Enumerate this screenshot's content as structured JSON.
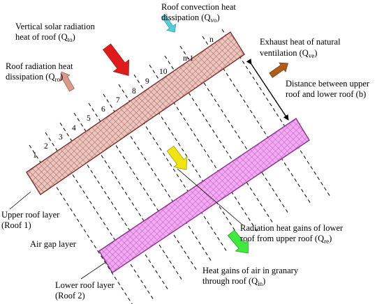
{
  "labels": {
    "roof_convection": [
      "Roof convection heat",
      "dissipation (Q",
      "vo",
      ")"
    ],
    "vertical_solar": [
      "Vertical solar radiation",
      "heat of roof (Q",
      "to",
      ")"
    ],
    "roof_radiation": [
      "Roof radiation heat",
      "dissipation (Q",
      "ro",
      ")"
    ],
    "exhaust_heat": [
      "Exhaust heat of natural",
      "ventilation (Q",
      "ve",
      ")"
    ],
    "distance": [
      "Distance between upper",
      "roof and lower roof (b)"
    ],
    "upper_roof": [
      "Upper roof layer",
      "(Roof 1)"
    ],
    "air_gap": "Air gap layer",
    "radiation_gains": [
      "Radiation heat gains of lower",
      "roof from upper roof (Q",
      "re",
      ")"
    ],
    "heat_gains_air": [
      "Heat gains of air in granary",
      "through roof (Q",
      "in",
      ")"
    ],
    "lower_roof": [
      "Lower roof layer",
      "(Roof 2)"
    ]
  },
  "segment_numbers": [
    "1",
    "2",
    "3",
    "4",
    "5",
    "6",
    "7",
    "8",
    "9",
    "10",
    "n-1",
    "n"
  ],
  "colors": {
    "upper_roof_fill": "#e8c7bf",
    "upper_roof_hatch": "#a83a3a",
    "lower_roof_fill": "#f2aaf2",
    "lower_roof_hatch": "#b543b5",
    "arrow_convection": "#55ccd8",
    "arrow_solar": "#e01b1b",
    "arrow_radiation": "#d99a8c",
    "arrow_exhaust": "#b05e17",
    "arrow_radiation_gain": "#f2e313",
    "arrow_heat_gain": "#41e83f"
  }
}
